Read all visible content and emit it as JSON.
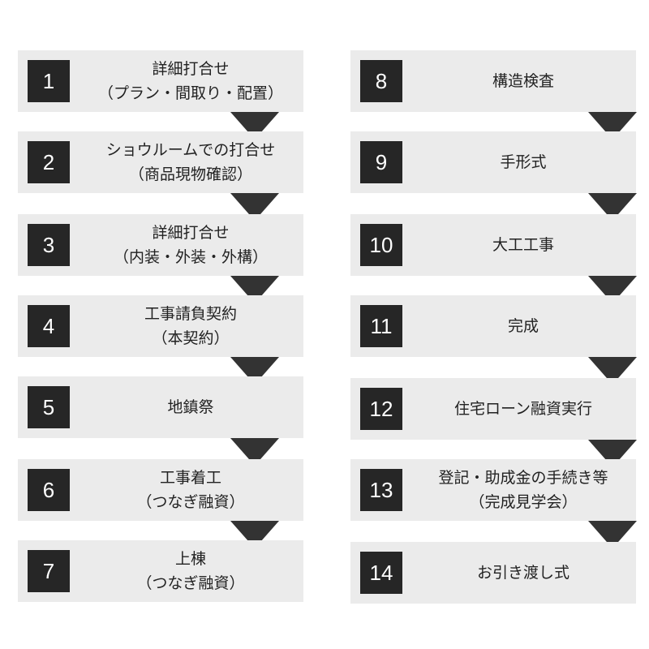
{
  "steps_left": [
    {
      "num": "1",
      "line1": "詳細打合せ",
      "line2": "（プラン・間取り・配置）"
    },
    {
      "num": "2",
      "line1": "ショウルームでの打合せ",
      "line2": "（商品現物確認）"
    },
    {
      "num": "3",
      "line1": "詳細打合せ",
      "line2": "（内装・外装・外構）"
    },
    {
      "num": "4",
      "line1": "工事請負契約",
      "line2": "（本契約）"
    },
    {
      "num": "5",
      "line1": "地鎮祭",
      "line2": ""
    },
    {
      "num": "6",
      "line1": "工事着工",
      "line2": "（つなぎ融資）"
    },
    {
      "num": "7",
      "line1": "上棟",
      "line2": "（つなぎ融資）"
    }
  ],
  "steps_right": [
    {
      "num": "8",
      "line1": "構造検査",
      "line2": ""
    },
    {
      "num": "9",
      "line1": "手形式",
      "line2": ""
    },
    {
      "num": "10",
      "line1": "大工工事",
      "line2": ""
    },
    {
      "num": "11",
      "line1": "完成",
      "line2": ""
    },
    {
      "num": "12",
      "line1": "住宅ローン融資実行",
      "line2": ""
    },
    {
      "num": "13",
      "line1": "登記・助成金の手続き等",
      "line2": "（完成見学会）"
    },
    {
      "num": "14",
      "line1": "お引き渡し式",
      "line2": ""
    }
  ]
}
